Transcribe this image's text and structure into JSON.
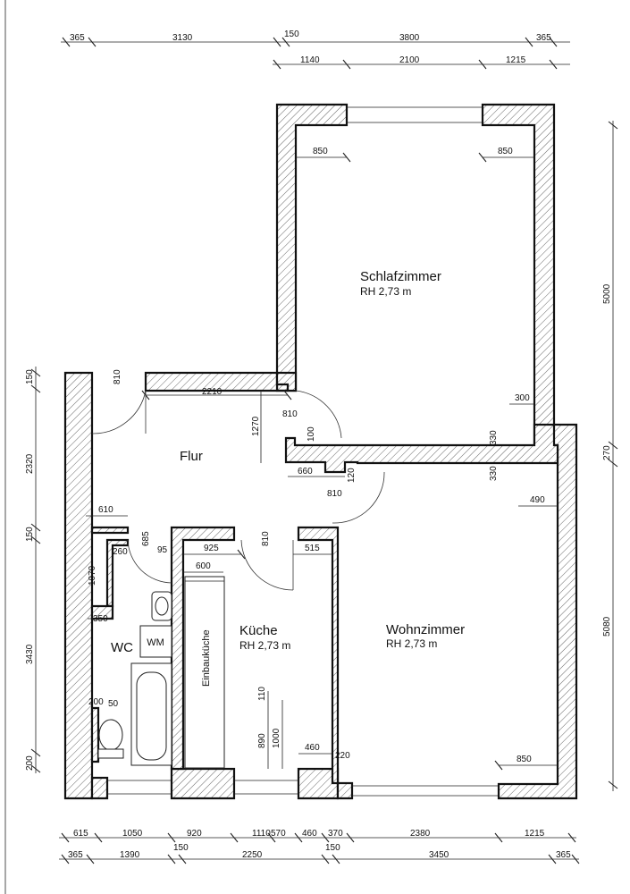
{
  "rooms": {
    "schlafzimmer": {
      "name": "Schlafzimmer",
      "height": "RH 2,73 m"
    },
    "flur": {
      "name": "Flur"
    },
    "kueche": {
      "name": "Küche",
      "height": "RH 2,73 m"
    },
    "wohnzimmer": {
      "name": "Wohnzimmer",
      "height": "RH 2,73 m"
    },
    "wc": {
      "name": "WC"
    }
  },
  "fixtures": {
    "wm": "WM",
    "einbaukueche": "Einbauküche"
  },
  "dimensions": {
    "top_row1": [
      "365",
      "3130",
      "150",
      "3800",
      "365"
    ],
    "top_row2": [
      "1140",
      "2100",
      "1215"
    ],
    "right": [
      "5000",
      "270",
      "5080"
    ],
    "left": [
      "150",
      "2320",
      "150",
      "3430",
      "200"
    ],
    "bottom_row1": [
      "615",
      "1050",
      "920",
      "1110",
      "570",
      "460",
      "370",
      "2380",
      "1215"
    ],
    "bottom_row2": [
      "365",
      "1390",
      "150",
      "2250",
      "150",
      "3450",
      "365"
    ],
    "interior": {
      "bed_win_left": "850",
      "bed_win_right": "850",
      "bed_300": "300",
      "flur_810_top": "810",
      "flur_2210": "2210",
      "flur_1270": "1270",
      "flur_810_a": "810",
      "flur_100": "100",
      "flur_330_a": "330",
      "flur_330_b": "330",
      "flur_660": "660",
      "flur_120": "120",
      "flur_810_b": "810",
      "flur_610": "610",
      "flur_685": "685",
      "flur_95": "95",
      "flur_810_c": "810",
      "wc_260": "260",
      "wc_1070": "1070",
      "wc_350": "350",
      "wc_200": "200",
      "wc_50": "50",
      "kue_925": "925",
      "kue_600": "600",
      "kue_515": "515",
      "kue_110": "110",
      "kue_890": "890",
      "kue_1000": "1000",
      "kue_460": "460",
      "kue_220": "220",
      "wohn_490": "490",
      "wohn_850": "850"
    }
  }
}
